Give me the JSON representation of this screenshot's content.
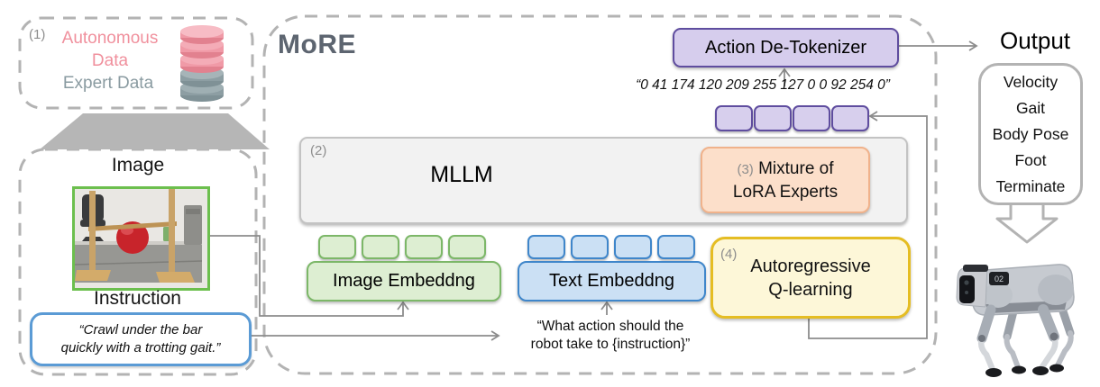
{
  "data_box": {
    "num": "(1)",
    "autonomous": "Autonomous Data",
    "expert": "Expert Data"
  },
  "input": {
    "image_label": "Image",
    "instruction_label": "Instruction",
    "instruction_line1": "“Crawl under the bar",
    "instruction_line2": "quickly with a trotting gait.”"
  },
  "more": {
    "label": "MoRE",
    "mllm_num": "(2)",
    "mllm_label": "MLLM",
    "moe_num": "(3)",
    "moe_line1": "Mixture of",
    "moe_line2": "LoRA Experts",
    "image_embedding_label": "Image Embeddng",
    "text_embedding_label": "Text Embeddng",
    "ql_num": "(4)",
    "ql_line1": "Autoregressive",
    "ql_line2": "Q-learning",
    "detokenizer_label": "Action De-Tokenizer",
    "action_tokens_string": "“0 41 174 120 209 255 127 0 0 92 254 0”",
    "prompt_line1": "“What action should the",
    "prompt_line2": "robot take to {instruction}”"
  },
  "output": {
    "title": "Output",
    "items": [
      "Velocity",
      "Gait",
      "Body Pose",
      "Foot",
      "Terminate"
    ]
  },
  "robot": {
    "body_label": "02"
  },
  "colors": {
    "dash_gray": "#b3b3b3",
    "line_gray": "#8c8c8c",
    "more_label": "#5d6570",
    "autonomous_pink": "#f0909d",
    "expert_gray": "#8a9ba1",
    "purple_border": "#5f4d9f",
    "purple_fill": "#d7cfed",
    "green_border": "#7cb768",
    "green_fill": "#ddeed2",
    "blue_border": "#3f86ca",
    "blue_fill": "#cbe0f4",
    "orange_border": "#f0b28b",
    "orange_fill": "#fcdfca",
    "yellow_border": "#e5bd23",
    "yellow_fill": "#fdf7d8",
    "photo_border_green": "#6cbf4e",
    "instruction_blue": "#5b9bd5"
  }
}
